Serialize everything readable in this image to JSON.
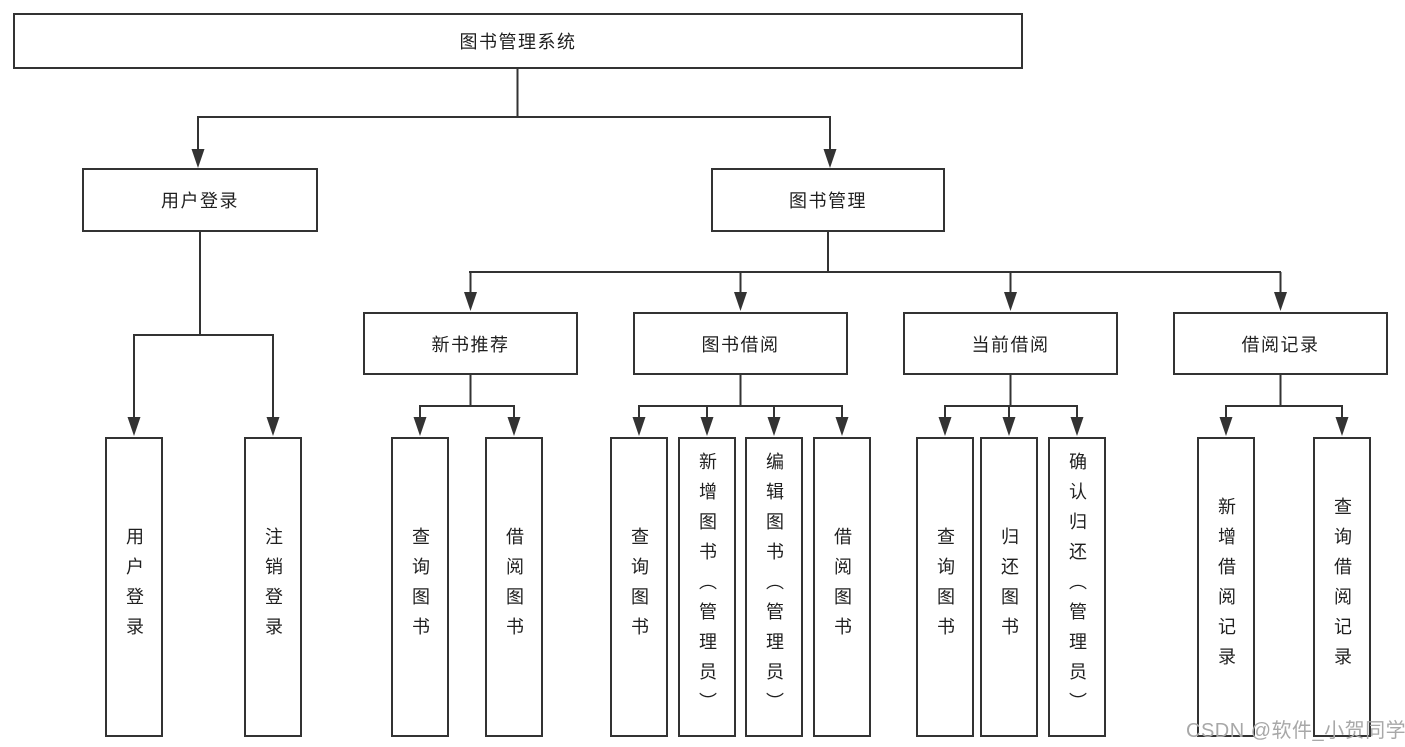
{
  "diagram": {
    "root": {
      "label": "图书管理系统"
    },
    "level2": [
      {
        "label": "用户登录",
        "leaves": [
          {
            "label": "用户登录"
          },
          {
            "label": "注销登录"
          }
        ]
      },
      {
        "label": "图书管理",
        "sections": [
          {
            "label": "新书推荐",
            "leaves": [
              {
                "label": "查询图书"
              },
              {
                "label": "借阅图书"
              }
            ]
          },
          {
            "label": "图书借阅",
            "leaves": [
              {
                "label": "查询图书"
              },
              {
                "label": "新增图书（管理员）"
              },
              {
                "label": "编辑图书（管理员）"
              },
              {
                "label": "借阅图书"
              }
            ]
          },
          {
            "label": "当前借阅",
            "leaves": [
              {
                "label": "查询图书"
              },
              {
                "label": "归还图书"
              },
              {
                "label": "确认归还（管理员）"
              }
            ]
          },
          {
            "label": "借阅记录",
            "leaves": [
              {
                "label": "新增借阅记录"
              },
              {
                "label": "查询借阅记录"
              }
            ]
          }
        ]
      }
    ]
  },
  "watermark": {
    "text": "CSDN @软件_小贺同学"
  },
  "colors": {
    "line": "#333333",
    "box_border": "#333333",
    "text": "#1f1f1f",
    "background": "#ffffff",
    "watermark": "#a8a8a8"
  }
}
